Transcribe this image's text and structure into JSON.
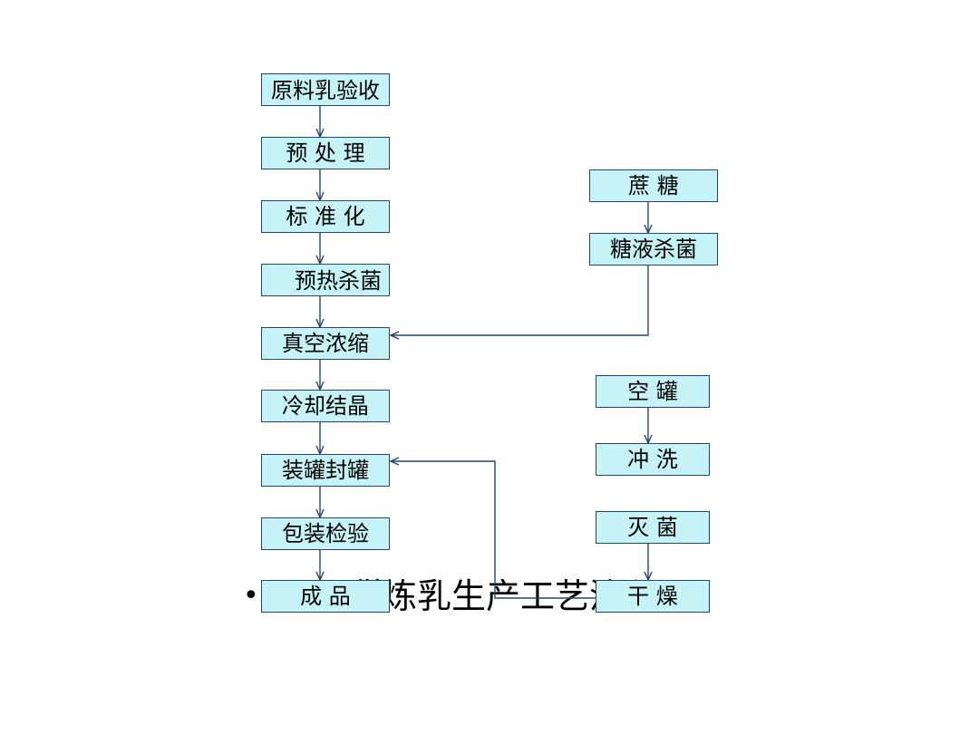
{
  "slide": {
    "bullet_symbol": "•",
    "bullet_text": "二、甜炼乳生产工艺流程"
  },
  "flow": {
    "main": [
      "原料乳验收",
      "预 处 理",
      "标 准 化",
      "预热杀菌",
      "真空浓缩",
      "冷却结晶",
      "装罐封罐",
      "包装检验",
      "成 品"
    ],
    "sugar": [
      "蔗 糖",
      "糖液杀菌"
    ],
    "can": [
      "空 罐",
      "冲 洗",
      "灭 菌",
      "干 燥"
    ]
  },
  "colors": {
    "box_fill": "#c6f3f7",
    "box_border": "#24476e",
    "arrow": "#24476e"
  }
}
